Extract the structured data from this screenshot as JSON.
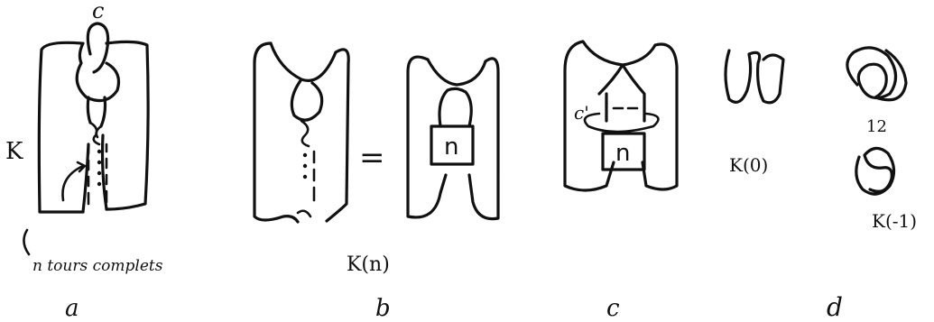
{
  "labels": {
    "c_top": "c",
    "K": "K",
    "n_tours": "n tours complets",
    "equals": "=",
    "twist_box_b": "n",
    "twist_box_c": "n",
    "c_prime": "c'",
    "K_n": "K(n)",
    "K_0": "K(0)",
    "twelve": "12",
    "K_minus_1": "K(-1)",
    "caption_a": "a",
    "caption_b": "b",
    "caption_c": "c",
    "caption_d": "d"
  }
}
